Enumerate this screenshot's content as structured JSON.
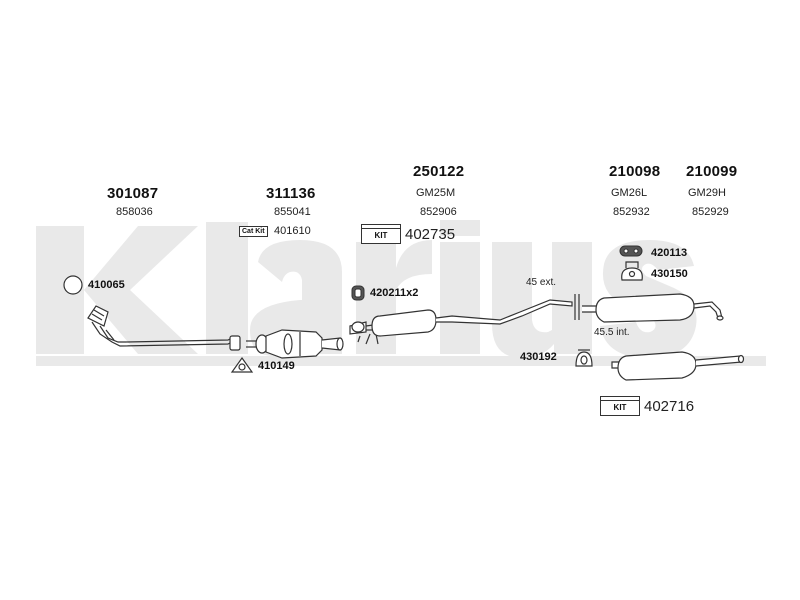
{
  "watermark": {
    "text": "Klarius"
  },
  "parts": [
    {
      "number": "301087",
      "oe": "858036"
    },
    {
      "number": "311136",
      "oe": "855041"
    },
    {
      "number": "250122",
      "oe_top": "GM25M",
      "oe": "852906"
    },
    {
      "number": "210098",
      "oe_top": "GM26L",
      "oe": "852932"
    },
    {
      "number": "210099",
      "oe_top": "GM29H",
      "oe": "852929"
    }
  ],
  "cat_kit": {
    "badge": "Cat Kit",
    "number": "401610"
  },
  "kits": [
    {
      "badge": "KIT",
      "number": "402735"
    },
    {
      "badge": "KIT",
      "number": "402716"
    }
  ],
  "fittings": {
    "ring": "410065",
    "gasket_front": "410149",
    "hanger_pair": "420211x2",
    "hanger_rear": "420113",
    "mount_rear": "430150",
    "clamp_rear": "430192"
  },
  "notes": {
    "ext": "45 ext.",
    "int": "45.5 int."
  }
}
